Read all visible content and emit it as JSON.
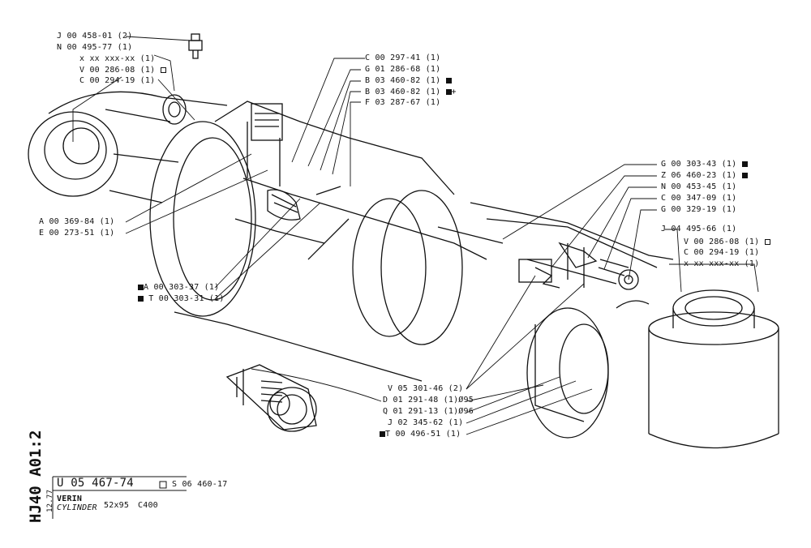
{
  "labels_top_left": [
    "J 00 458-01 (2)",
    "N 00 495-77 (1)",
    "x xx xxx-xx (1)",
    "V 00 286-08 (1)",
    "C 00 294-19 (1)"
  ],
  "labels_top_center": [
    "C 00 297-41 (1)",
    "G 01 286-68 (1)",
    "B 03 460-82 (1)",
    "B 03 460-82 (1)",
    "F 03 287-67 (1)"
  ],
  "labels_left_mid": [
    "A 00 369-84 (1)",
    "E 00 273-51 (1)"
  ],
  "labels_left_low": [
    "A 00 303-37 (1)",
    "T 00 303-31 (1)"
  ],
  "labels_right": [
    "G 00 303-43 (1)",
    "Z 06 460-23 (1)",
    "N 00 453-45 (1)",
    "C 00 347-09 (1)",
    "G 00 329-19 (1)"
  ],
  "labels_right_eye": [
    "J 04 495-66 (1)",
    "V 00 286-08 (1)",
    "C 00 294-19 (1)",
    "x xx xxx-xx (1)"
  ],
  "labels_bottom": [
    "V 05 301-46 (2)",
    "D 01 291-48 (1)Ø95",
    "Q 01 291-13 (1)Ø96",
    "J 02 345-62 (1)",
    "T 00 496-51 (1)"
  ],
  "title_block": {
    "vertical_code": "HJ40 A01:2",
    "date": "12.77",
    "part_number": "U 05 467-74",
    "alt_ref": "S 06 460-17",
    "name_fr": "VERIN",
    "name_en": "CYLINDER",
    "size": "52x95",
    "model": "C400"
  }
}
